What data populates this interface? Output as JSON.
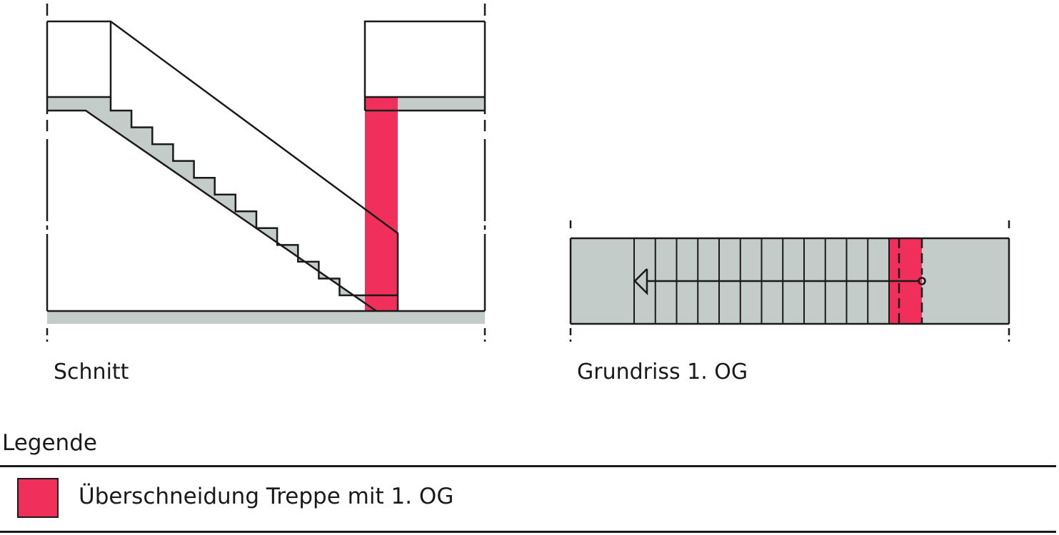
{
  "colors": {
    "slab": "#c3ccc9",
    "overlap": "#f0305a",
    "line": "#1a1a1a"
  },
  "section": {
    "caption": "Schnitt",
    "step_count": 12
  },
  "plan": {
    "caption": "Grundriss 1. OG",
    "tread_count": 12
  },
  "legend": {
    "title": "Legende",
    "items": [
      {
        "label": "Überschneidung Treppe mit 1. OG",
        "color": "#f0305a"
      }
    ]
  }
}
